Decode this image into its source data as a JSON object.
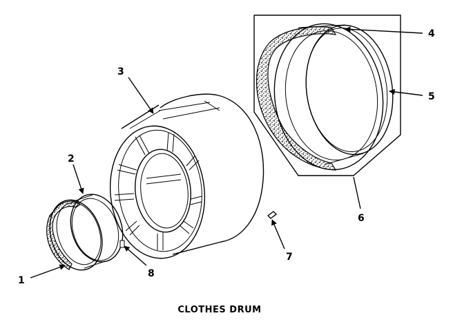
{
  "caption": "CLOTHES DRUM",
  "callouts": [
    {
      "id": "1",
      "text": "1"
    },
    {
      "id": "2",
      "text": "2"
    },
    {
      "id": "3",
      "text": "3"
    },
    {
      "id": "4",
      "text": "4"
    },
    {
      "id": "5",
      "text": "5"
    },
    {
      "id": "6",
      "text": "6"
    },
    {
      "id": "7",
      "text": "7"
    },
    {
      "id": "8",
      "text": "8"
    }
  ]
}
